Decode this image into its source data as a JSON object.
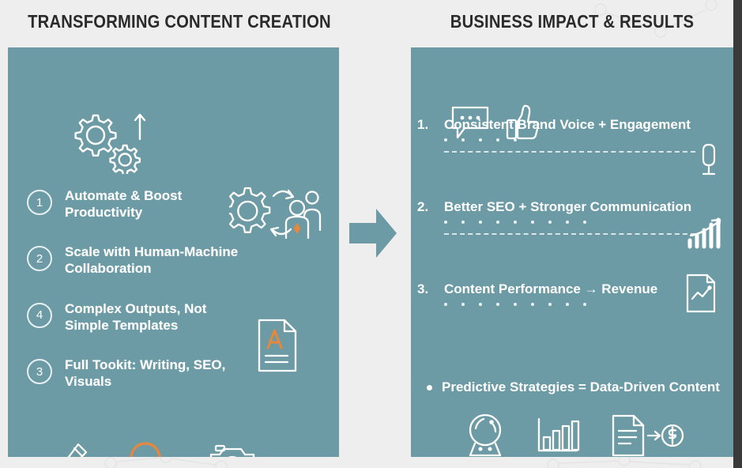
{
  "colors": {
    "panel_teal": "#6c9ba6",
    "page_background": "#eeeeee",
    "accent_orange": "#e8873c",
    "icon_white": "#ffffff",
    "title_text": "#2b2b2b",
    "right_edge_band": "#3a3a3a"
  },
  "left": {
    "title": "TRANSFORMING CONTENT CREATION",
    "icons": {
      "top": "gears-up-arrow-icon",
      "middle": "human-machine-collaboration-icon",
      "document": "document-letter-a-icon"
    },
    "items": [
      {
        "number": "1",
        "label": "Automate & Boost\nProductivity"
      },
      {
        "number": "2",
        "label": "Scale with Human-Machine\nCollaboration"
      },
      {
        "number": "4",
        "label": "Complex Outputs, Not\nSimple Templates"
      },
      {
        "number": "3",
        "label": "Full Tookit: Writing, SEO, Visuals"
      }
    ],
    "bottom_icons": [
      {
        "name": "pencil-icon",
        "color": "#ffffff"
      },
      {
        "name": "magnifier-icon",
        "color": "#e8873c"
      },
      {
        "name": "camera-icon",
        "color": "#ffffff"
      }
    ]
  },
  "right": {
    "title": "BUSINESS IMPACT & RESULTS",
    "top_icons": [
      {
        "name": "speech-bubble-icon"
      },
      {
        "name": "thumbs-up-icon"
      }
    ],
    "items": [
      {
        "number": "1.",
        "label": "Consistent Brand Voice + Engagement",
        "dots": 5,
        "icon": "microphone-icon",
        "divider": true
      },
      {
        "number": "2.",
        "label": "Better SEO + Stronger Communication",
        "dots": 9,
        "icon": "growth-bar-chart-icon",
        "divider": true
      },
      {
        "number": "3.",
        "label": "Content Performance → Revenue",
        "dots": 9,
        "icon": "document-line-chart-icon",
        "divider": false
      }
    ],
    "bullet_item": "Predictive Strategies = Data-Driven Content",
    "bottom_icons": [
      {
        "name": "crystal-ball-icon"
      },
      {
        "name": "bar-chart-icon"
      },
      {
        "name": "document-to-dollar-icon"
      }
    ]
  },
  "middle": {
    "arrow": "right-arrow-icon"
  }
}
